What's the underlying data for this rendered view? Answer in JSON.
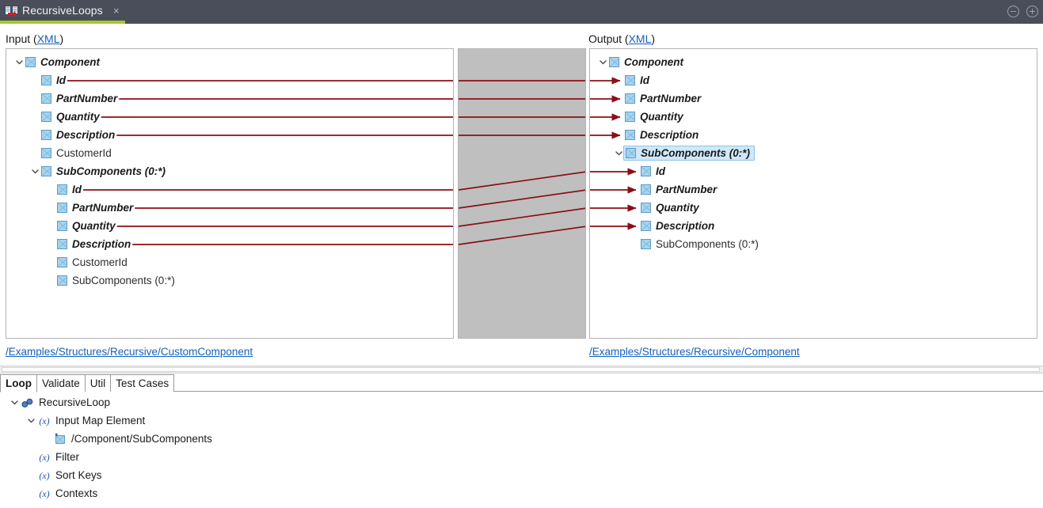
{
  "window": {
    "tab_title": "RecursiveLoops",
    "tab_close_label": "×",
    "tab_icon": "mapping-document-icon",
    "minimize_label": "minimize-icon",
    "maximize_label": "maximize-icon"
  },
  "input_panel": {
    "label_prefix": "Input (",
    "label_link": "XML",
    "label_suffix": ")",
    "path_link": "/Examples/Structures/Recursive/CustomComponent",
    "nodes": [
      {
        "label": "Component",
        "depth": 0,
        "bold": true,
        "twisty": "down",
        "connected": false
      },
      {
        "label": "Id",
        "depth": 1,
        "bold": true,
        "twisty": "none",
        "connected": true
      },
      {
        "label": "PartNumber",
        "depth": 1,
        "bold": true,
        "twisty": "none",
        "connected": true
      },
      {
        "label": "Quantity",
        "depth": 1,
        "bold": true,
        "twisty": "none",
        "connected": true
      },
      {
        "label": "Description",
        "depth": 1,
        "bold": true,
        "twisty": "none",
        "connected": true
      },
      {
        "label": "CustomerId",
        "depth": 1,
        "bold": false,
        "twisty": "none",
        "connected": false
      },
      {
        "label": "SubComponents (0:*)",
        "depth": 1,
        "bold": true,
        "twisty": "down",
        "connected": false
      },
      {
        "label": "Id",
        "depth": 2,
        "bold": true,
        "twisty": "none",
        "connected": true
      },
      {
        "label": "PartNumber",
        "depth": 2,
        "bold": true,
        "twisty": "none",
        "connected": true
      },
      {
        "label": "Quantity",
        "depth": 2,
        "bold": true,
        "twisty": "none",
        "connected": true
      },
      {
        "label": "Description",
        "depth": 2,
        "bold": true,
        "twisty": "none",
        "connected": true
      },
      {
        "label": "CustomerId",
        "depth": 2,
        "bold": false,
        "twisty": "none",
        "connected": false
      },
      {
        "label": "SubComponents (0:*)",
        "depth": 2,
        "bold": false,
        "twisty": "none",
        "connected": false
      }
    ]
  },
  "output_panel": {
    "label_prefix": "Output (",
    "label_link": "XML",
    "label_suffix": ")",
    "path_link": "/Examples/Structures/Recursive/Component",
    "nodes": [
      {
        "label": "Component",
        "depth": 0,
        "bold": true,
        "twisty": "down",
        "arrow": false,
        "selected": false
      },
      {
        "label": "Id",
        "depth": 1,
        "bold": true,
        "twisty": "none",
        "arrow": true,
        "selected": false
      },
      {
        "label": "PartNumber",
        "depth": 1,
        "bold": true,
        "twisty": "none",
        "arrow": true,
        "selected": false
      },
      {
        "label": "Quantity",
        "depth": 1,
        "bold": true,
        "twisty": "none",
        "arrow": true,
        "selected": false
      },
      {
        "label": "Description",
        "depth": 1,
        "bold": true,
        "twisty": "none",
        "arrow": true,
        "selected": false
      },
      {
        "label": "SubComponents (0:*)",
        "depth": 1,
        "bold": true,
        "twisty": "down",
        "arrow": false,
        "selected": true
      },
      {
        "label": "Id",
        "depth": 2,
        "bold": true,
        "twisty": "none",
        "arrow": true,
        "selected": false
      },
      {
        "label": "PartNumber",
        "depth": 2,
        "bold": true,
        "twisty": "none",
        "arrow": true,
        "selected": false
      },
      {
        "label": "Quantity",
        "depth": 2,
        "bold": true,
        "twisty": "none",
        "arrow": true,
        "selected": false
      },
      {
        "label": "Description",
        "depth": 2,
        "bold": true,
        "twisty": "none",
        "arrow": true,
        "selected": false
      },
      {
        "label": "SubComponents (0:*)",
        "depth": 2,
        "bold": false,
        "twisty": "none",
        "arrow": false,
        "selected": false
      }
    ]
  },
  "mapping_links": {
    "line_color": "#8b0f14",
    "straight_count": 4,
    "diagonal_count": 4
  },
  "bottom_tabs": [
    {
      "label": "Loop",
      "active": true
    },
    {
      "label": "Validate",
      "active": false
    },
    {
      "label": "Util",
      "active": false
    },
    {
      "label": "Test Cases",
      "active": false
    }
  ],
  "bottom_tree": [
    {
      "label": "RecursiveLoop",
      "depth": 0,
      "twisty": "down",
      "icon": "loop-icon"
    },
    {
      "label": "Input Map Element",
      "depth": 1,
      "twisty": "down",
      "icon": "fx-icon"
    },
    {
      "label": "/Component/SubComponents",
      "depth": 2,
      "twisty": "none",
      "icon": "xml-node-icon"
    },
    {
      "label": "Filter",
      "depth": 1,
      "twisty": "none",
      "icon": "fx-icon"
    },
    {
      "label": "Sort Keys",
      "depth": 1,
      "twisty": "none",
      "icon": "fx-icon"
    },
    {
      "label": "Contexts",
      "depth": 1,
      "twisty": "none",
      "icon": "fx-icon"
    }
  ],
  "colors": {
    "titlebar": "#4a4e5a",
    "tab_underline": "#a3c830",
    "link": "#1560bd",
    "mapping_line": "#8b0f14",
    "selection_fill": "#cfe8fa",
    "node_icon": "#a8d4ef"
  }
}
